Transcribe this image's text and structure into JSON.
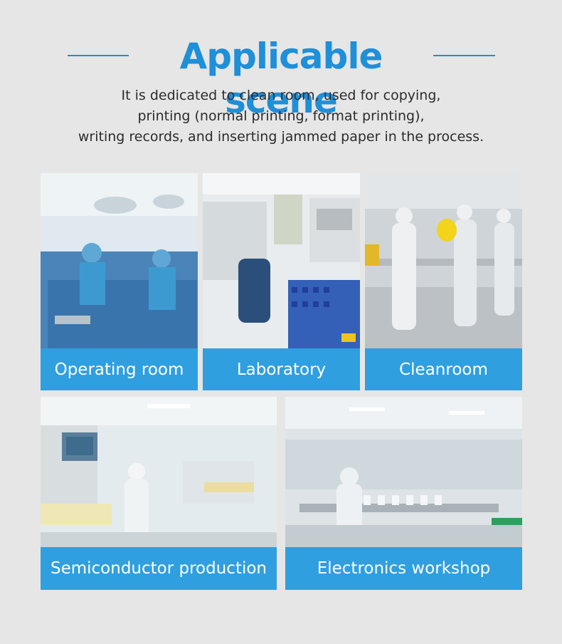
{
  "header": {
    "title": "Applicable scene",
    "description_lines": [
      "It is dedicated to clean room, used for copying,",
      "printing (normal printing, format printing),",
      "writing records, and inserting jammed paper in the process."
    ]
  },
  "scenes": [
    {
      "label": "Operating room"
    },
    {
      "label": "Laboratory"
    },
    {
      "label": "Cleanroom"
    },
    {
      "label": "Semiconductor production"
    },
    {
      "label": "Electronics workshop"
    }
  ],
  "colors": {
    "accent": "#1f8fd8",
    "label_bar": "#2f9fe0",
    "background": "#e6e6e6"
  }
}
